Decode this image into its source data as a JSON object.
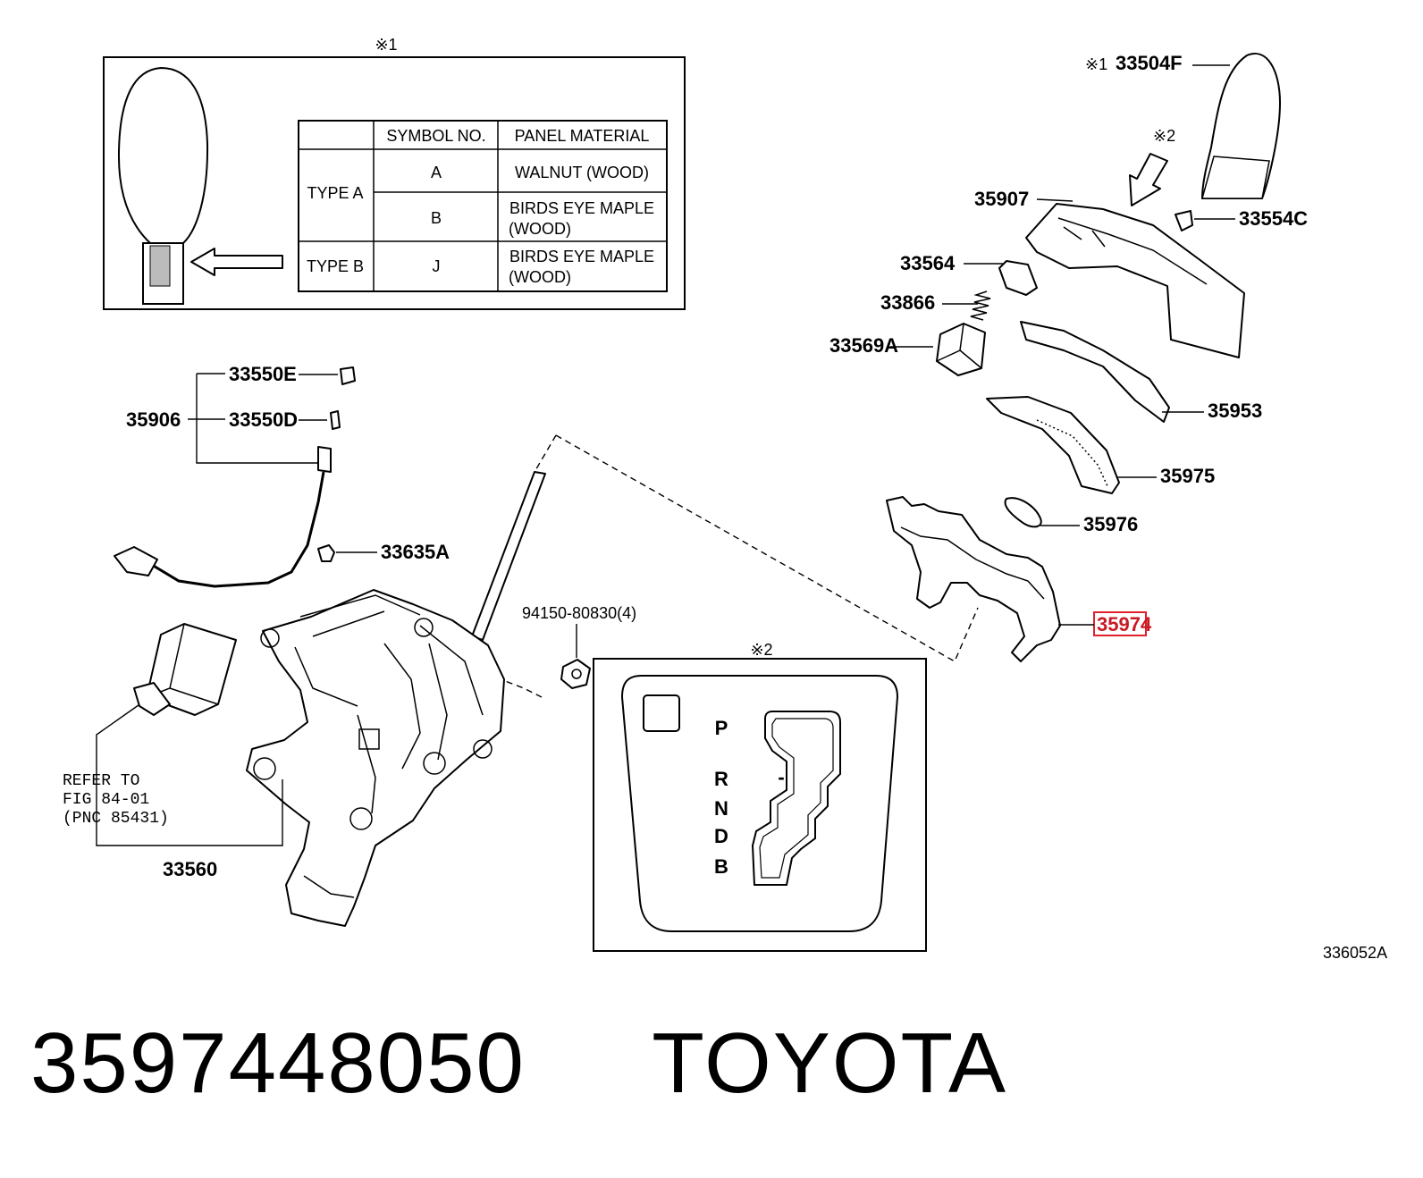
{
  "inset1": {
    "marker": "※1",
    "table": {
      "headers": [
        "",
        "SYMBOL NO.",
        "PANEL MATERIAL"
      ],
      "rows": [
        {
          "type": "TYPE A",
          "symbol": "A",
          "material_line1": "WALNUT (WOOD)",
          "material_line2": ""
        },
        {
          "type": "",
          "symbol": "B",
          "material_line1": "BIRDS EYE MAPLE",
          "material_line2": "(WOOD)"
        },
        {
          "type": "TYPE B",
          "symbol": "J",
          "material_line1": "BIRDS EYE MAPLE",
          "material_line2": "(WOOD)"
        }
      ]
    }
  },
  "inset2": {
    "marker": "※2",
    "gate_letters": [
      "P",
      "R",
      "N",
      "D",
      "B"
    ],
    "gate_dash": "-"
  },
  "labels": {
    "p33504F_mark": "※1",
    "p33504F": "33504F",
    "arrow2_mark": "※2",
    "p35907": "35907",
    "p33554C": "33554C",
    "p33564": "33564",
    "p33866": "33866",
    "p33569A": "33569A",
    "p35953": "35953",
    "p35975": "35975",
    "p35976": "35976",
    "p35974": "35974",
    "p33550E": "33550E",
    "p35906": "35906",
    "p33550D": "33550D",
    "p33635A": "33635A",
    "p94150": "94150-80830(4)",
    "refer_line1": "REFER TO",
    "refer_line2": "FIG 84-01",
    "refer_line3": "(PNC 85431)",
    "p33560": "33560",
    "diagram_code": "336052A"
  },
  "highlight_color": "#e0202a",
  "footer": {
    "part_number": "3597448050",
    "brand": "TOYOTA"
  }
}
